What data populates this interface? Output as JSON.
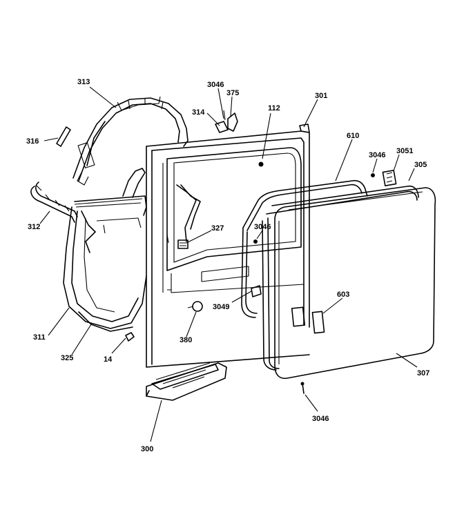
{
  "callouts": [
    {
      "id": "313",
      "text": "313"
    },
    {
      "id": "3046-top",
      "text": "3046"
    },
    {
      "id": "375",
      "text": "375"
    },
    {
      "id": "314",
      "text": "314"
    },
    {
      "id": "112",
      "text": "112"
    },
    {
      "id": "301",
      "text": "301"
    },
    {
      "id": "316",
      "text": "316"
    },
    {
      "id": "610",
      "text": "610"
    },
    {
      "id": "3046-right",
      "text": "3046"
    },
    {
      "id": "3051",
      "text": "3051"
    },
    {
      "id": "305",
      "text": "305"
    },
    {
      "id": "312",
      "text": "312"
    },
    {
      "id": "327",
      "text": "327"
    },
    {
      "id": "3046-mid",
      "text": "3046"
    },
    {
      "id": "603",
      "text": "603"
    },
    {
      "id": "3049",
      "text": "3049"
    },
    {
      "id": "311",
      "text": "311"
    },
    {
      "id": "380",
      "text": "380"
    },
    {
      "id": "325",
      "text": "325"
    },
    {
      "id": "14",
      "text": "14"
    },
    {
      "id": "307",
      "text": "307"
    },
    {
      "id": "3046-bottom",
      "text": "3046"
    },
    {
      "id": "300",
      "text": "300"
    }
  ]
}
